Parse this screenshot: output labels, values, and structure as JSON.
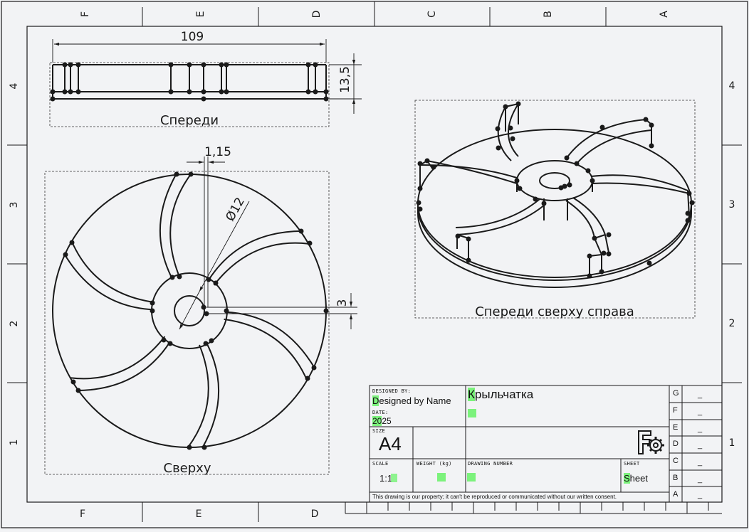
{
  "frame": {
    "columns_top": [
      "F",
      "E",
      "D",
      "C",
      "B",
      "A"
    ],
    "columns_bottom": [
      "F",
      "E",
      "D"
    ],
    "rows_left": [
      "4",
      "3",
      "2",
      "1"
    ],
    "rows_right": [
      "4",
      "3",
      "2",
      "1"
    ]
  },
  "views": {
    "front": {
      "label": "Спереди",
      "dim_width": "109",
      "dim_height": "13,5"
    },
    "top": {
      "label": "Сверху",
      "dim_thickness": "1,15",
      "dim_diameter": "Ø12",
      "dim_offset": "3"
    },
    "iso": {
      "label": "Спереди сверху справа"
    }
  },
  "title_block": {
    "designed_by_label": "DESIGNED BY:",
    "designed_by_first": "D",
    "designed_by_rest": "esigned by Name",
    "date_label": "DATE:",
    "date_first": "20",
    "date_rest": "25",
    "title_first": "К",
    "title_rest": "рыльчатка",
    "size_label": "SIZE",
    "size_value": "A4",
    "scale_label": "SCALE",
    "scale_value": "1:1",
    "weight_label": "WEIGHT (kg)",
    "drawing_number_label": "DRAWING NUMBER",
    "sheet_label": "SHEET",
    "sheet_first": "S",
    "sheet_rest": "heet",
    "copyright": "This drawing is our property; it can't be reproduced or communicated without our written consent.",
    "revisions": [
      {
        "letter": "G",
        "value": "_"
      },
      {
        "letter": "F",
        "value": "_"
      },
      {
        "letter": "E",
        "value": "_"
      },
      {
        "letter": "D",
        "value": "_"
      },
      {
        "letter": "C",
        "value": "_"
      },
      {
        "letter": "B",
        "value": "_"
      },
      {
        "letter": "A",
        "value": "_"
      }
    ]
  },
  "colors": {
    "line": "#1a1a1a",
    "background": "#f2f3f5",
    "highlight": "#7cf27c"
  }
}
